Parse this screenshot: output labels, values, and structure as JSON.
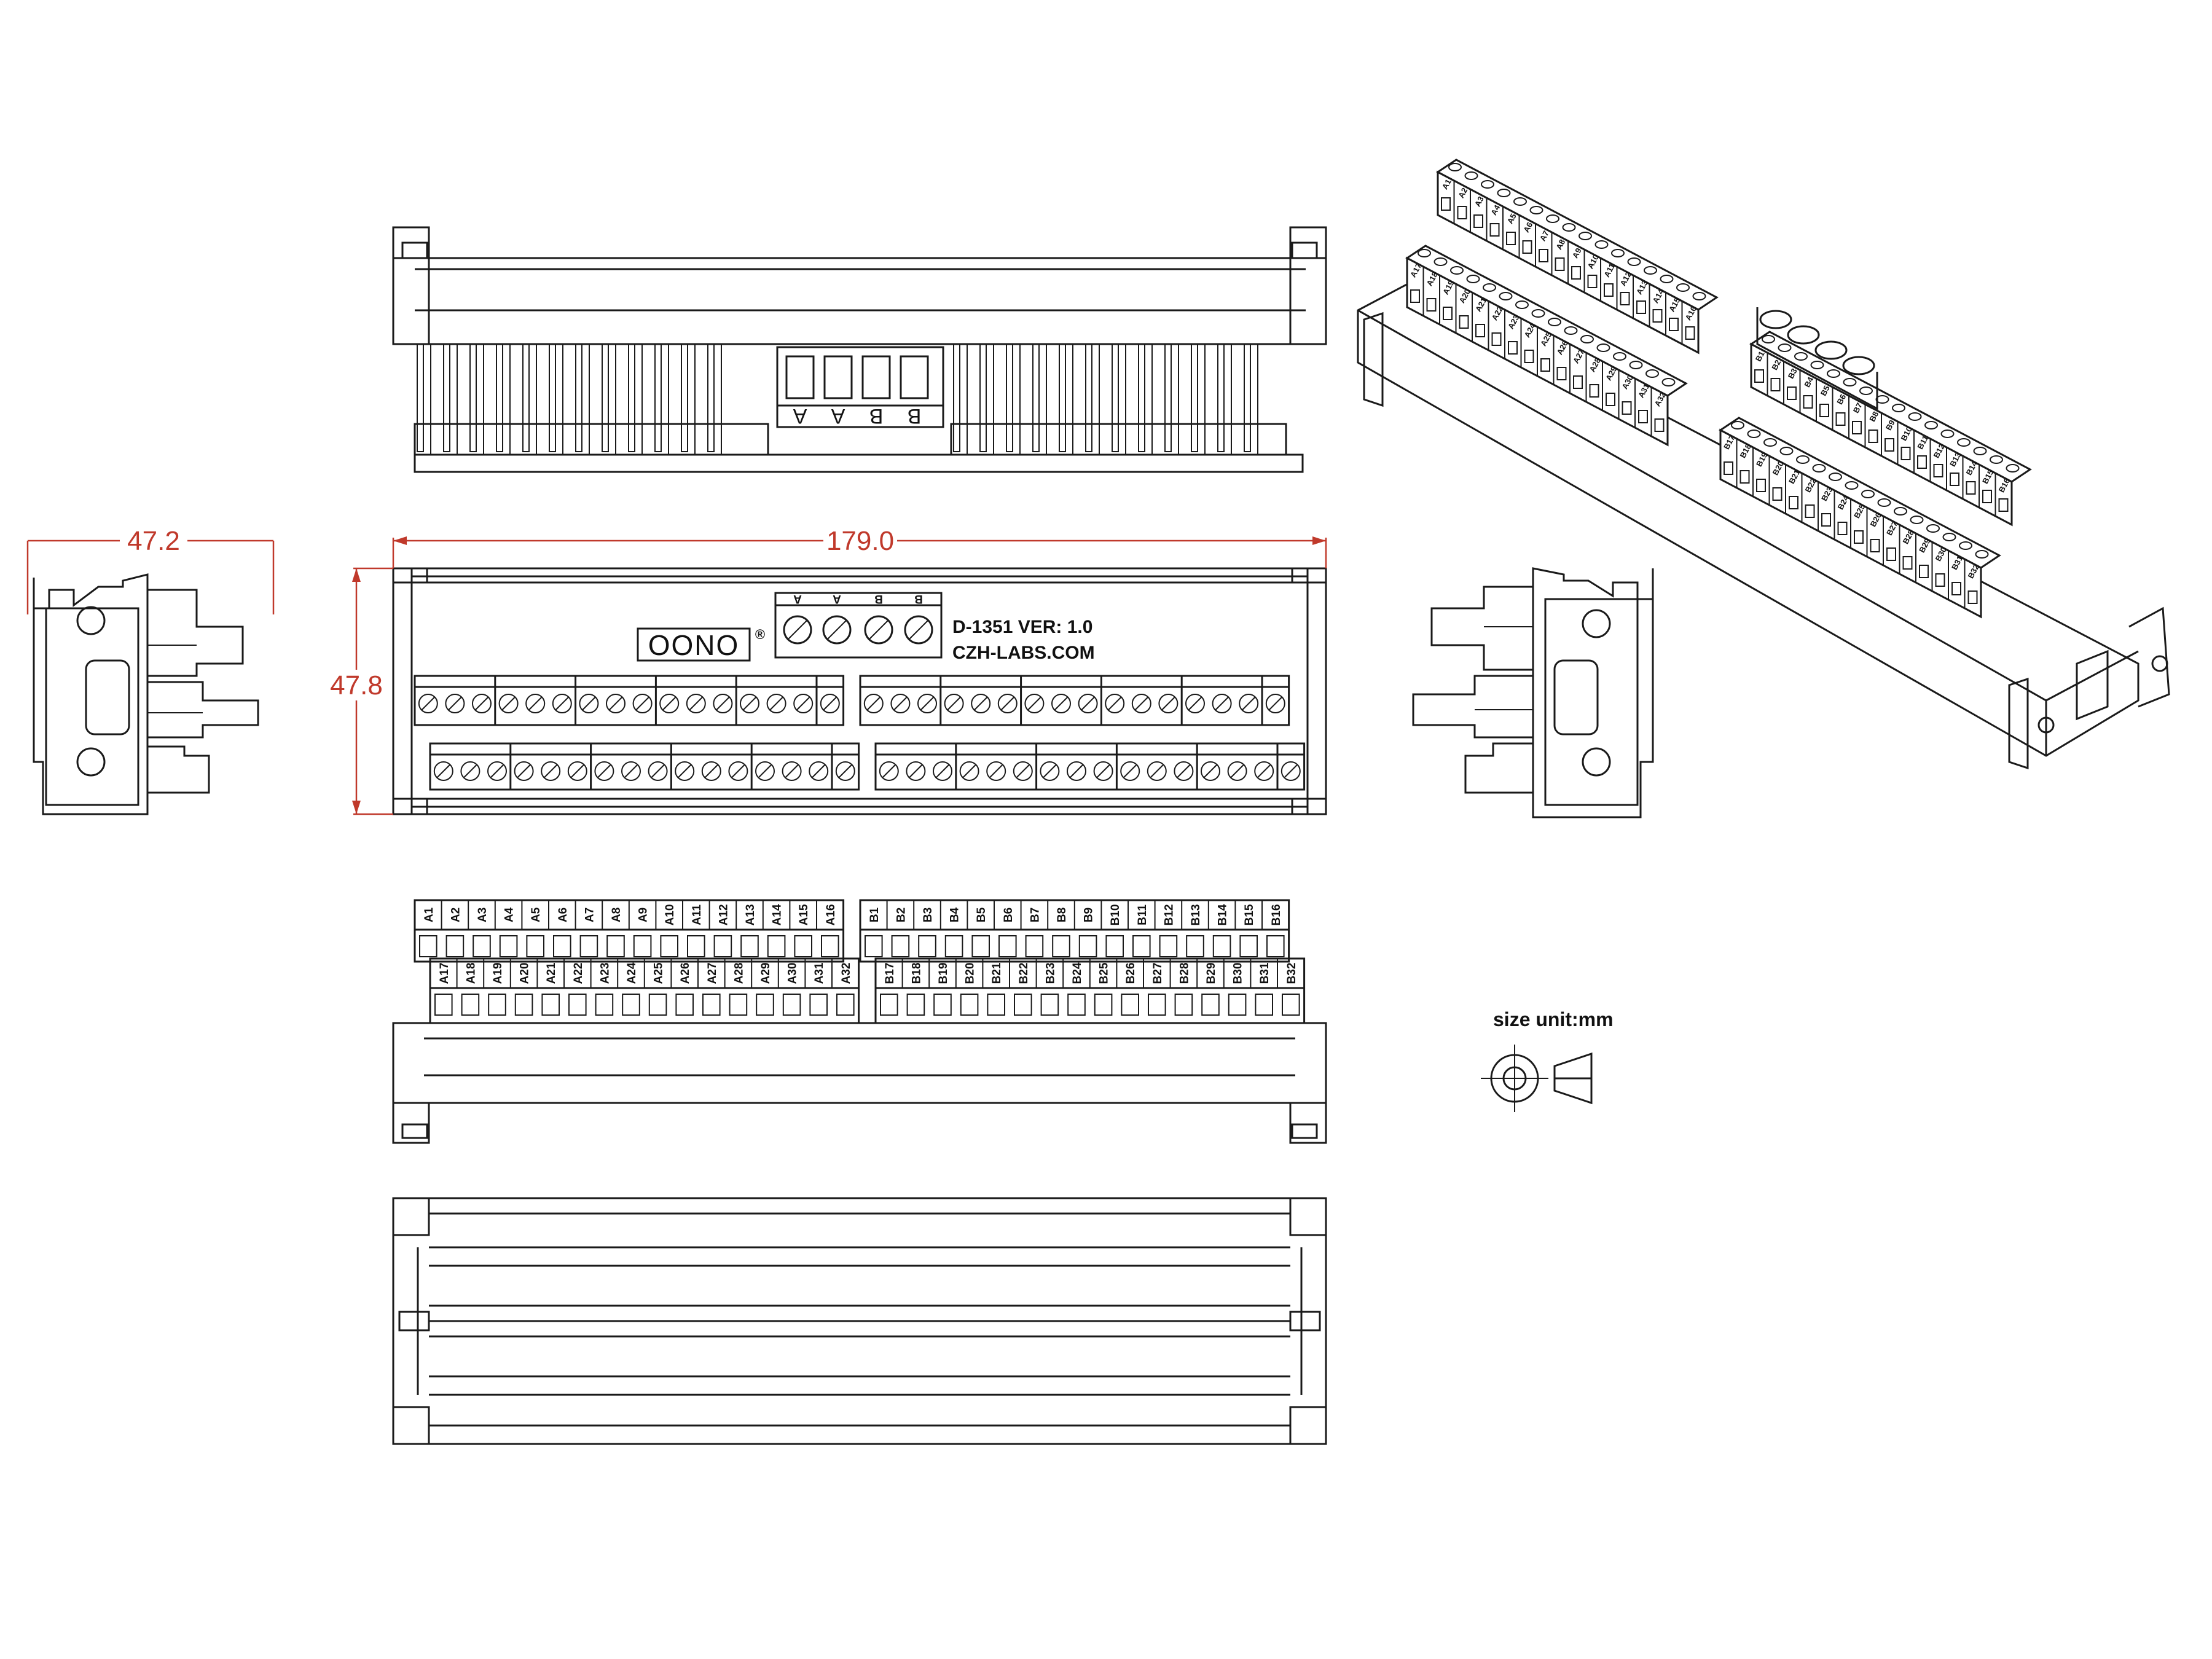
{
  "dimensions": {
    "length": "179.0",
    "height": "47.8",
    "width": "47.2"
  },
  "board": {
    "brand": "OONO",
    "registered": "®",
    "model": "D-1351 VER: 1.0",
    "website": "CZH-LABS.COM"
  },
  "connector_labels": [
    "A",
    "A",
    "B",
    "B"
  ],
  "terminals": {
    "a_top": [
      "A1",
      "A2",
      "A3",
      "A4",
      "A5",
      "A6",
      "A7",
      "A8",
      "A9",
      "A10",
      "A11",
      "A12",
      "A13",
      "A14",
      "A15",
      "A16"
    ],
    "a_bottom": [
      "A17",
      "A18",
      "A19",
      "A20",
      "A21",
      "A22",
      "A23",
      "A24",
      "A25",
      "A26",
      "A27",
      "A28",
      "A29",
      "A30",
      "A31",
      "A32"
    ],
    "b_top": [
      "B1",
      "B2",
      "B3",
      "B4",
      "B5",
      "B6",
      "B7",
      "B8",
      "B9",
      "B10",
      "B11",
      "B12",
      "B13",
      "B14",
      "B15",
      "B16"
    ],
    "b_bottom": [
      "B17",
      "B18",
      "B19",
      "B20",
      "B21",
      "B22",
      "B23",
      "B24",
      "B25",
      "B26",
      "B27",
      "B28",
      "B29",
      "B30",
      "B31",
      "B32"
    ]
  },
  "legend": {
    "size_unit": "size unit:mm"
  }
}
